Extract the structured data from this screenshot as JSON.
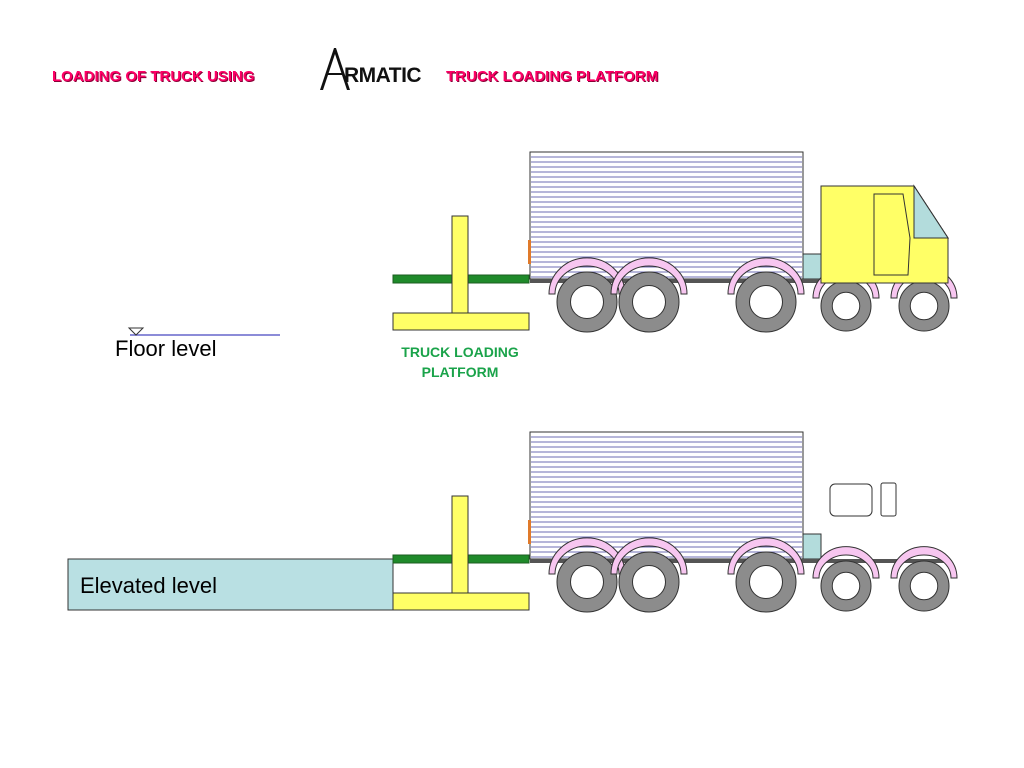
{
  "title": {
    "prefix": "LOADING OF TRUCK USING",
    "logo_text": "ARMATIC",
    "logo_rest": "RMATIC",
    "suffix": "TRUCK LOADING PLATFORM"
  },
  "labels": {
    "floor_level": "Floor level",
    "truck_loading_platform": "TRUCK LOADING PLATFORM",
    "elevated_level": "Elevated level"
  },
  "colors": {
    "title": "#ff0066",
    "platform_label": "#1aa34a",
    "platform_yellow": "#ffff66",
    "platform_green": "#1f8a2a",
    "elevated_fill": "#b9e0e3",
    "wheel_gray": "#8c8c8c",
    "fender_pink": "#f7c6f0",
    "cab_yellow": "#ffff66",
    "window_blue": "#b3dcdc",
    "cargo_stripe": "#3b3b9a"
  }
}
